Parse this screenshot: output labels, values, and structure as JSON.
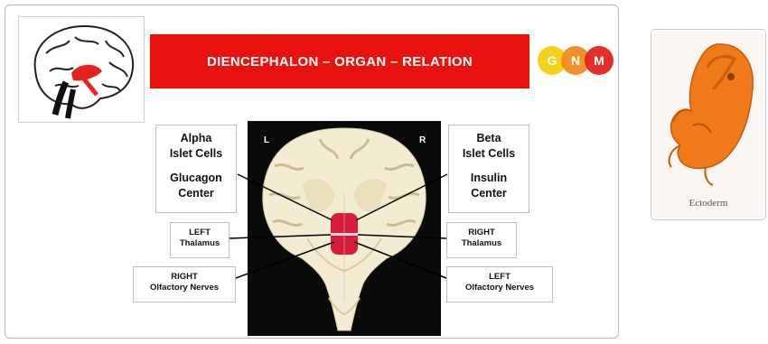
{
  "title": "DIENCEPHALON – ORGAN – RELATION",
  "logo": {
    "letters": [
      "G",
      "N",
      "M"
    ],
    "colors": [
      "#f2d21b",
      "#f08b1e",
      "#e3231f"
    ]
  },
  "brain": {
    "left_marker": "L",
    "right_marker": "R"
  },
  "labels": {
    "alpha": {
      "line1": "Alpha",
      "line2": "Islet Cells",
      "line3": "Glucagon",
      "line4": "Center"
    },
    "beta": {
      "line1": "Beta",
      "line2": "Islet Cells",
      "line3": "Insulin",
      "line4": "Center"
    },
    "left_thalamus": {
      "line1": "LEFT",
      "line2": "Thalamus"
    },
    "right_thalamus": {
      "line1": "RIGHT",
      "line2": "Thalamus"
    },
    "right_olfactory": {
      "line1": "RIGHT",
      "line2": "Olfactory Nerves"
    },
    "left_olfactory": {
      "line1": "LEFT",
      "line2": "Olfactory Nerves"
    }
  },
  "embryo_caption": "Ectoderm",
  "colors": {
    "title_bg": "#e8120f",
    "highlight": "#d81c3c",
    "embryo": "#f07a1a"
  }
}
